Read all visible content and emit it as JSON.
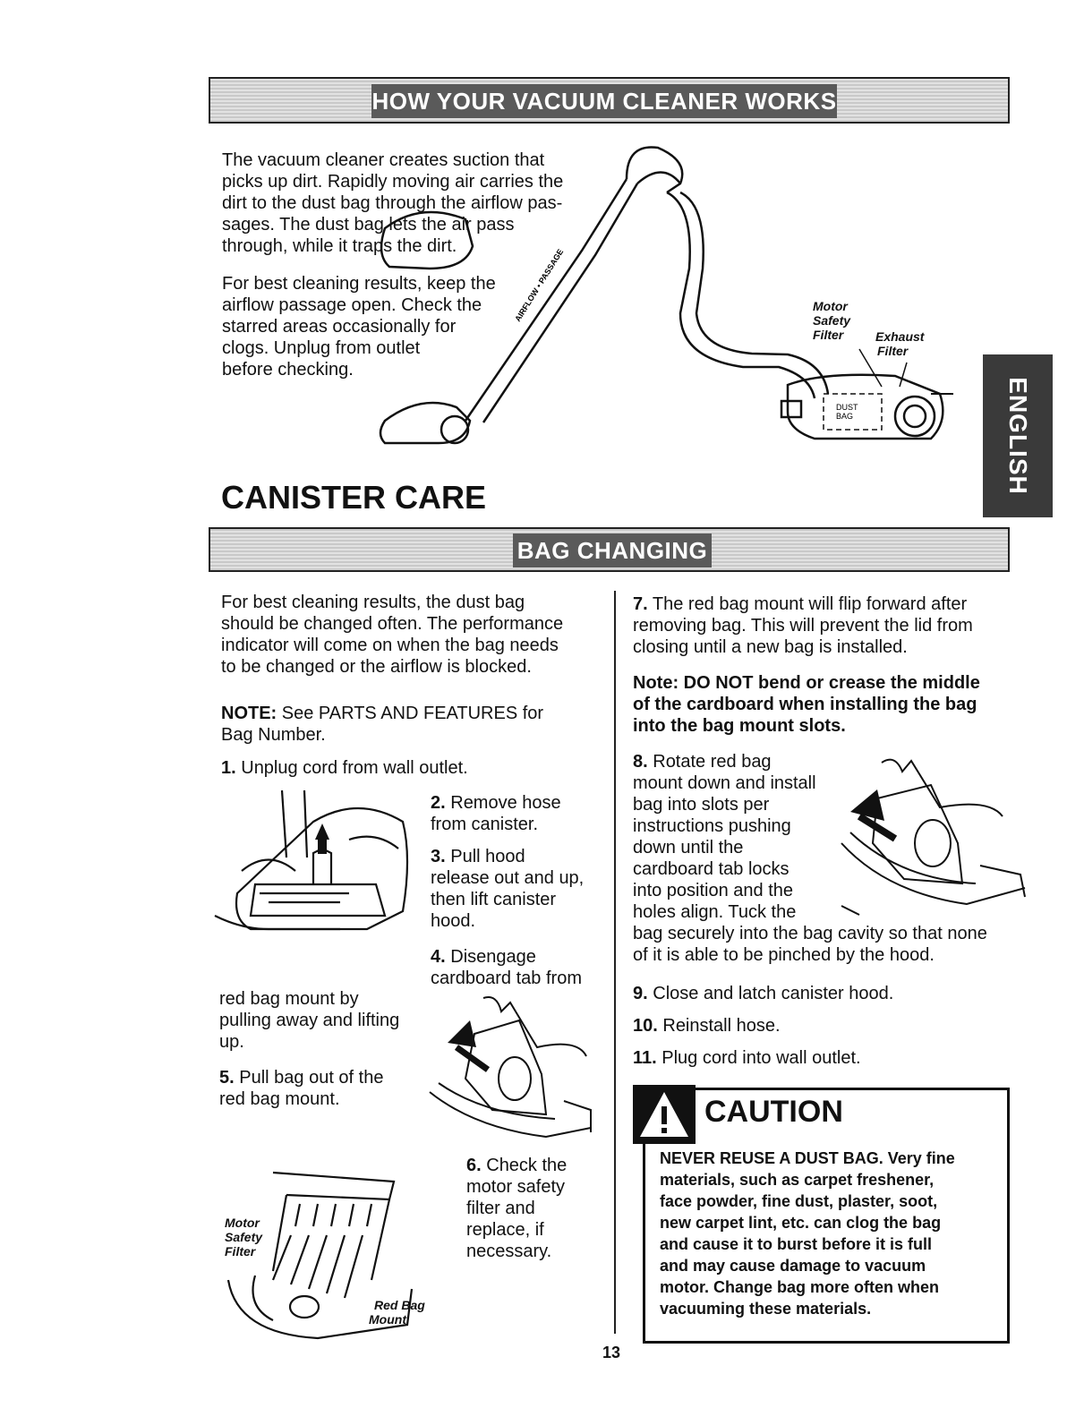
{
  "header_banner": {
    "title": "HOW YOUR VACUUM CLEANER WORKS"
  },
  "intro": {
    "p1": [
      "The vacuum cleaner creates suction that",
      "picks up dirt. Rapidly moving air carries the",
      "dirt to the dust bag through the airflow pas-",
      "sages. The dust bag lets the air pass",
      "through, while it traps the dirt."
    ],
    "p2": [
      "For best cleaning results, keep the",
      "airflow passage open. Check the",
      "starred areas occasionally for",
      "clogs. Unplug from outlet",
      "before checking."
    ]
  },
  "diagram_labels": {
    "motor": "Motor",
    "safety": "Safety",
    "filter": "Filter",
    "exhaust": "Exhaust",
    "exhaust_filter": "Filter",
    "airflow": "AIRFLOW • PASSAGE",
    "dust": "DUST",
    "bag": "BAG"
  },
  "side_tab": {
    "label": "ENGLISH"
  },
  "section": {
    "title": "CANISTER CARE"
  },
  "bag_banner": {
    "title": "BAG CHANGING"
  },
  "left": {
    "intro": [
      "For best cleaning results, the dust bag",
      "should be changed often. The performance",
      "indicator will come on when the bag needs",
      "to be changed or the airflow is blocked."
    ],
    "note_label": "NOTE:",
    "note_text": " See PARTS AND FEATURES for",
    "note_text2": "Bag Number.",
    "step1": {
      "num": "1.",
      "text": " Unplug cord from wall outlet."
    },
    "step2": {
      "num": "2.",
      "l1": " Remove hose",
      "l2": "from canister."
    },
    "step3": {
      "num": "3.",
      "l1": " Pull hood",
      "l2": "release out and up,",
      "l3": "then lift canister",
      "l4": "hood."
    },
    "step4": {
      "num": "4.",
      "l1": " Disengage",
      "l2": "cardboard tab from",
      "l3": "red bag mount by",
      "l4": "pulling away and lifting",
      "l5": "up."
    },
    "step5": {
      "num": "5.",
      "l1": " Pull bag out of the",
      "l2": "red bag mount."
    },
    "step6": {
      "num": "6.",
      "l1": " Check the",
      "l2": "motor safety",
      "l3": "filter and",
      "l4": "replace, if",
      "l5": "necessary."
    },
    "fig_labels": {
      "motor": "Motor",
      "safety": "Safety",
      "filter": "Filter",
      "red_bag": "Red Bag",
      "mount": "Mount"
    }
  },
  "right": {
    "step7": {
      "num": "7.",
      "l1": " The red bag mount will flip forward after",
      "l2": "removing bag.  This will prevent the lid from",
      "l3": "closing until a new bag is installed."
    },
    "note": [
      "Note:  DO NOT bend or crease the middle",
      "of the cardboard when installing the bag",
      "into the bag mount slots."
    ],
    "step8": {
      "num": "8.",
      "l1": " Rotate red bag",
      "l2": "mount down and install",
      "l3": "bag into slots per",
      "l4": "instructions pushing",
      "l5": "down until the",
      "l6": "cardboard tab locks",
      "l7": "into position and the",
      "l8": "holes align.  Tuck the",
      "l9": "bag securely into the bag cavity so that none",
      "l10": "of it is able to be pinched by the hood."
    },
    "step9": {
      "num": "9.",
      "text": " Close and latch canister hood."
    },
    "step10": {
      "num": "10.",
      "text": " Reinstall hose."
    },
    "step11": {
      "num": "11.",
      "text": " Plug cord into wall outlet."
    }
  },
  "caution": {
    "title": "CAUTION",
    "lines": [
      "NEVER REUSE A DUST BAG. Very fine",
      "materials, such as carpet freshener,",
      "face powder, fine dust, plaster, soot,",
      "new carpet lint, etc. can clog the bag",
      "and cause it to burst before it is full",
      "and may cause damage to vacuum",
      "motor.  Change bag more often when",
      "vacuuming these materials."
    ]
  },
  "page_number": "13"
}
